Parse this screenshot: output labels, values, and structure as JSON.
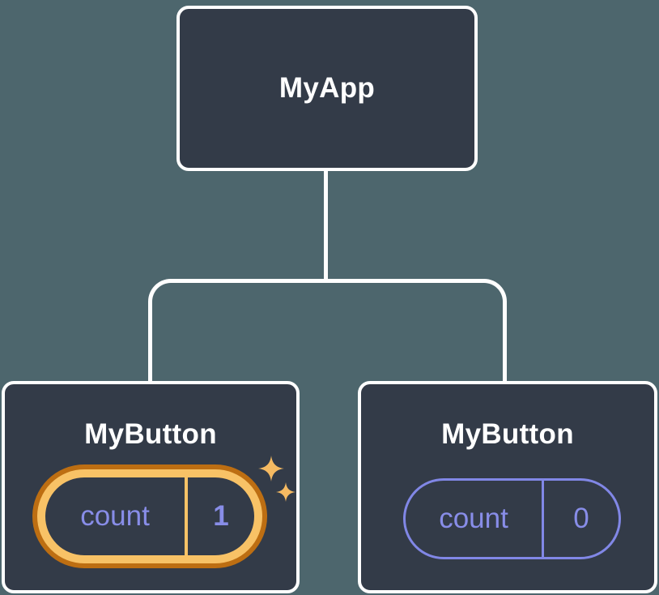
{
  "colors": {
    "background": "#4D666D",
    "node_fill": "#333B48",
    "node_border": "#FFFFFF",
    "connector": "#FFFFFF",
    "state_text": "#888DE8",
    "state_pill_border": "#8187E6",
    "highlight_gold": "#F8C266",
    "highlight_gold_dark": "#BD6E12",
    "sparkle_gold": "#F5BA62"
  },
  "tree": {
    "root": {
      "label": "MyApp"
    },
    "children": [
      {
        "label": "MyButton",
        "highlighted": true,
        "state": {
          "name": "count",
          "value": "1"
        }
      },
      {
        "label": "MyButton",
        "highlighted": false,
        "state": {
          "name": "count",
          "value": "0"
        }
      }
    ]
  }
}
